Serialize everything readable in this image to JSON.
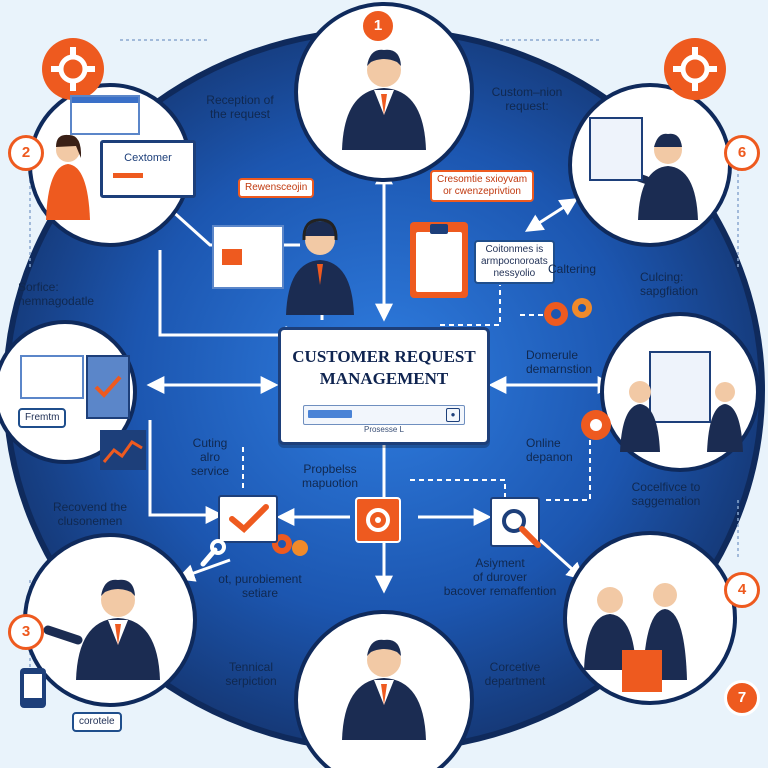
{
  "diagram": {
    "center": {
      "title_line1": "CUSTOMER REQUEST",
      "title_line2": "MANAGEMENT",
      "search_sub": "Prosesse L"
    },
    "labels": {
      "reception": "Reception of\nthe request",
      "customization": "Custom–nion\nrequest:",
      "surface": "Sorfice:\nnemnagodatle",
      "culcing": "Culcing:\nsapgfiation",
      "catering": "Caltering",
      "domerule": "Domerule\ndemarnstion",
      "online": "Online\ndepanon",
      "cutting": "Cuting\nalro\nservice",
      "problems": "Propbelss\nmapuotion",
      "recovered": "Recovend the\nclusonemen",
      "corrective_to": "Cocelfivce to\nsaggemation",
      "procurement": "ot, purobiement\nsetiare",
      "assignment": "Asiyment\nof durover\nbacover remaffention",
      "technical": "Tennical\nserpiction",
      "corrective_dept": "Corcetive\ndepartment"
    },
    "tags": {
      "rewards": "Rewensceojin",
      "customer_survey": "Cresomtie sxioyvam\nor cwenzeprivtion",
      "customers_is": "Coitonmes is\narmpocnoroats\nnessyolio",
      "screen_customer": "Cextomer",
      "form_label": "Fremtm",
      "corotele": "corotele"
    },
    "badges": [
      "1",
      "2",
      "6",
      "4",
      "3",
      "7"
    ],
    "colors": {
      "orange": "#ee5a1f",
      "navy": "#0f2450",
      "blue": "#1c56b0",
      "ring": "#14346e",
      "background": "#e9f3fb"
    },
    "icons": [
      "gear-icon",
      "headset-icon",
      "checkmark-icon",
      "magnifier-icon",
      "wrench-icon",
      "clipboard-icon",
      "laptop-icon"
    ]
  }
}
